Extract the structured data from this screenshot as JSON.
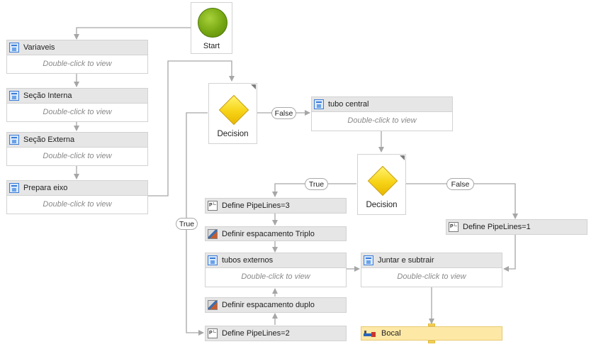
{
  "start": {
    "label": "Start"
  },
  "sequences": {
    "variaveis": {
      "title": "Variaveis",
      "hint": "Double-click to view"
    },
    "secao_interna": {
      "title": "Seção Interna",
      "hint": "Double-click to view"
    },
    "secao_externa": {
      "title": "Seção Externa",
      "hint": "Double-click to view"
    },
    "prepara_eixo": {
      "title": "Prepara eixo",
      "hint": "Double-click to view"
    },
    "tubo_central": {
      "title": "tubo central",
      "hint": "Double-click to view"
    },
    "tubos_externos": {
      "title": "tubos externos",
      "hint": "Double-click to view"
    },
    "juntar_subtrair": {
      "title": "Juntar e subtrair",
      "hint": "Double-click to view"
    }
  },
  "activities": {
    "define_pipelines_3": "Define PipeLines=3",
    "definir_espacamento_triplo": "Definir espacamento Triplo",
    "definir_espacamento_duplo": "Definir espacamento duplo",
    "define_pipelines_2": "Define PipeLines=2",
    "define_pipelines_1": "Define PipeLines=1",
    "bocal": "Bocal"
  },
  "decisions": {
    "decision1": {
      "label": "Decision",
      "true_label": "True",
      "false_label": "False"
    },
    "decision2": {
      "label": "Decision",
      "true_label": "True",
      "false_label": "False"
    }
  },
  "icons": {
    "sequence": "sequence-icon",
    "code": "code-activity-icon",
    "tool": "assign-activity-icon",
    "bocal": "custom-activity-icon"
  },
  "colors": {
    "connector": "#a6a6a6",
    "header": "#e6e6e6",
    "selected_fill": "#fde8a6",
    "decision_yellow": "#f7d316",
    "start_green": "#76a712"
  }
}
